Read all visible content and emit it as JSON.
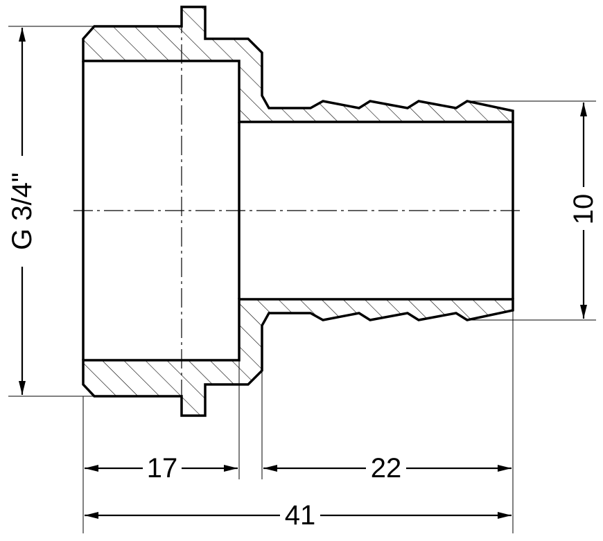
{
  "dimensions": {
    "thread": "G 3/4\"",
    "hose_diameter": "10",
    "thread_length": "17",
    "barb_length": "22",
    "total_length": "41"
  },
  "colors": {
    "outline": "#000000",
    "hatch": "#000000",
    "background": "#ffffff"
  }
}
